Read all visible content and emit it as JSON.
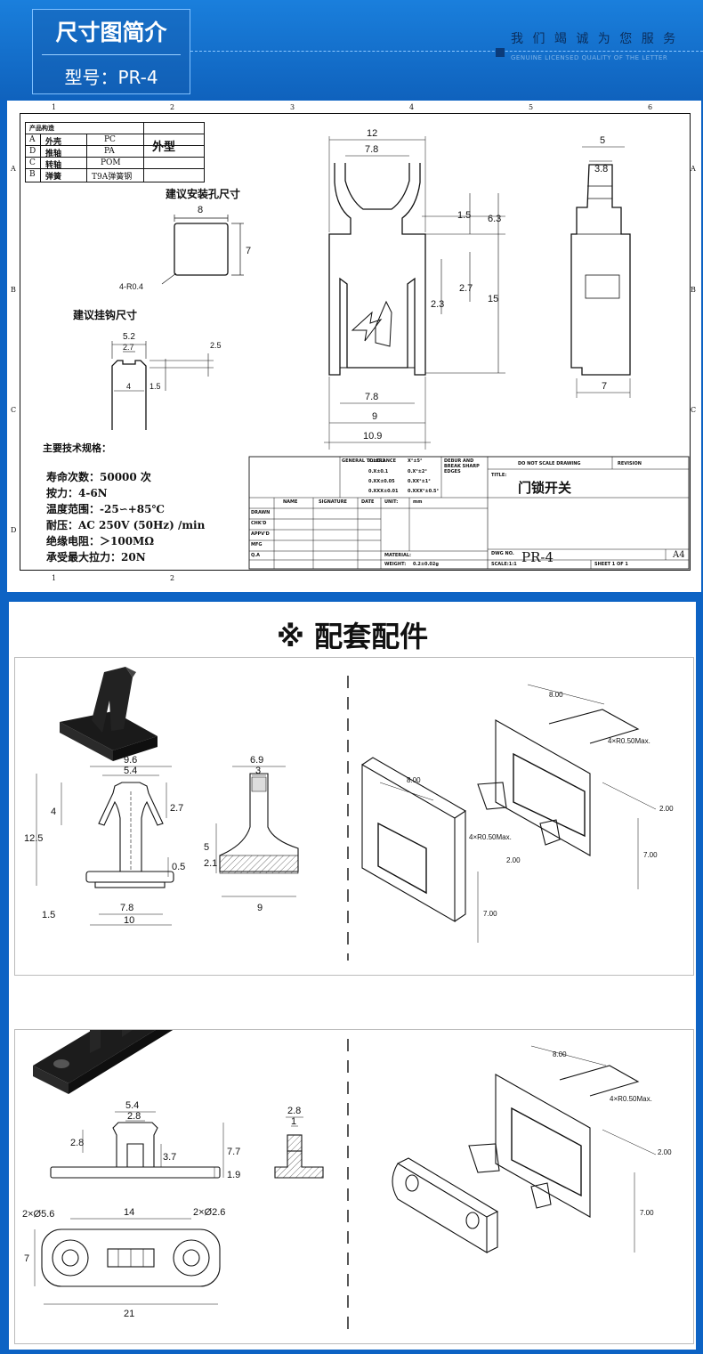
{
  "header": {
    "title": "尺寸图简介",
    "model_label": "型号：PR-4",
    "slogan": "我 们 竭 诚 为 您 服 务",
    "slogan_sub": "GENUINE LICENSED QUALITY OF THE LETTER"
  },
  "drawing": {
    "zone_cols": [
      "1",
      "2",
      "3",
      "4",
      "5",
      "6"
    ],
    "zone_rows": [
      "A",
      "B",
      "C",
      "D"
    ],
    "bom_title": "产品构造",
    "bom": [
      {
        "code": "A",
        "part": "外壳",
        "material": "PC"
      },
      {
        "code": "D",
        "part": "推轴",
        "material": "PA"
      },
      {
        "code": "C",
        "part": "转轴",
        "material": "POM"
      },
      {
        "code": "B",
        "part": "弹簧",
        "material": "T9A弹簧钢"
      }
    ],
    "outline_label": "外型",
    "mount_hole_title": "建议安装孔尺寸",
    "hook_title": "建议挂钩尺寸",
    "mount_dims": {
      "w": "8",
      "h": "7",
      "radius": "4-R0.4"
    },
    "hook_dims": {
      "top": "5.2",
      "inner": "2.7",
      "h1": "2.5",
      "h2": "1.5",
      "w": "4"
    },
    "front_dims": {
      "top": "12",
      "inner": "7.8",
      "d1": "1.5",
      "d2": "6.3",
      "d3": "2.7",
      "d4": "2.3",
      "d5": "15",
      "b1": "7.8",
      "b2": "9",
      "b3": "10.9"
    },
    "side_dims": {
      "top": "5",
      "inner": "3.8",
      "bottom": "7"
    },
    "spec_title": "主要技术规格：",
    "specs": [
      "寿命次数：50000  次",
      "按力：4-6N",
      "温度范围：-25∽+85℃",
      "耐压：AC 250V (50Hz) /min",
      "绝缘电阻：＞100MΩ",
      "承受最大拉力：20N"
    ],
    "title_block": {
      "do_not_scale": "DO NOT SCALE DRAWING",
      "revision": "REVISION",
      "title_label": "TITLE:",
      "title": "门锁开关",
      "dwg_no_label": "DWG NO.",
      "dwg_no": "PR-4",
      "size": "A4",
      "material_label": "MATERIAL:",
      "weight_label": "WEIGHT:",
      "weight": "0.2±0.02g",
      "scale": "SCALE:1:1",
      "sheet": "SHEET 1 OF 1",
      "deburr": "DEBUR AND BREAK SHARP EDGES",
      "tol_label": "GENERAL TOLERANCE",
      "tolerances": [
        "X.±0.2",
        "X°±5°",
        "0.X±0.1",
        "0.X°±2°",
        "0.XX±0.05",
        "0.XX°±1°",
        "0.XXX±0.01",
        "0.XXX°±0.5°"
      ],
      "col_heads": [
        "NAME",
        "SIGNATURE",
        "DATE",
        "UNIT:",
        "mm"
      ],
      "row_heads": [
        "DRAWN",
        "CHK'D",
        "APPV'D",
        "MFG",
        "Q.A"
      ]
    }
  },
  "accessories": {
    "title": "※ 配套配件",
    "part1": {
      "dims": {
        "w1": "9.6",
        "w2": "5.4",
        "h1": "4",
        "h2": "2.7",
        "h3": "12.5",
        "h4": "0.5",
        "h5": "1.5",
        "b1": "7.8",
        "b2": "10",
        "s1": "6.9",
        "s2": "3",
        "s3": "5",
        "s4": "2.1",
        "s5": "9"
      },
      "iso": {
        "a": "8.00",
        "b": "4×R0.50Max.",
        "c": "2.00",
        "d": "7.00"
      }
    },
    "part2": {
      "dims": {
        "w1": "5.4",
        "w2": "2.8",
        "h1": "2.8",
        "h2": "3.7",
        "h3": "7.7",
        "h4": "1.9",
        "s1": "2.8",
        "s2": "1",
        "p1": "14",
        "p2": "2×Ø5.6",
        "p3": "2×Ø2.6",
        "p4": "7",
        "p5": "21"
      },
      "iso": {
        "a": "8.00",
        "b": "4×R0.50Max.",
        "c": "2.00",
        "d": "7.00"
      }
    }
  }
}
